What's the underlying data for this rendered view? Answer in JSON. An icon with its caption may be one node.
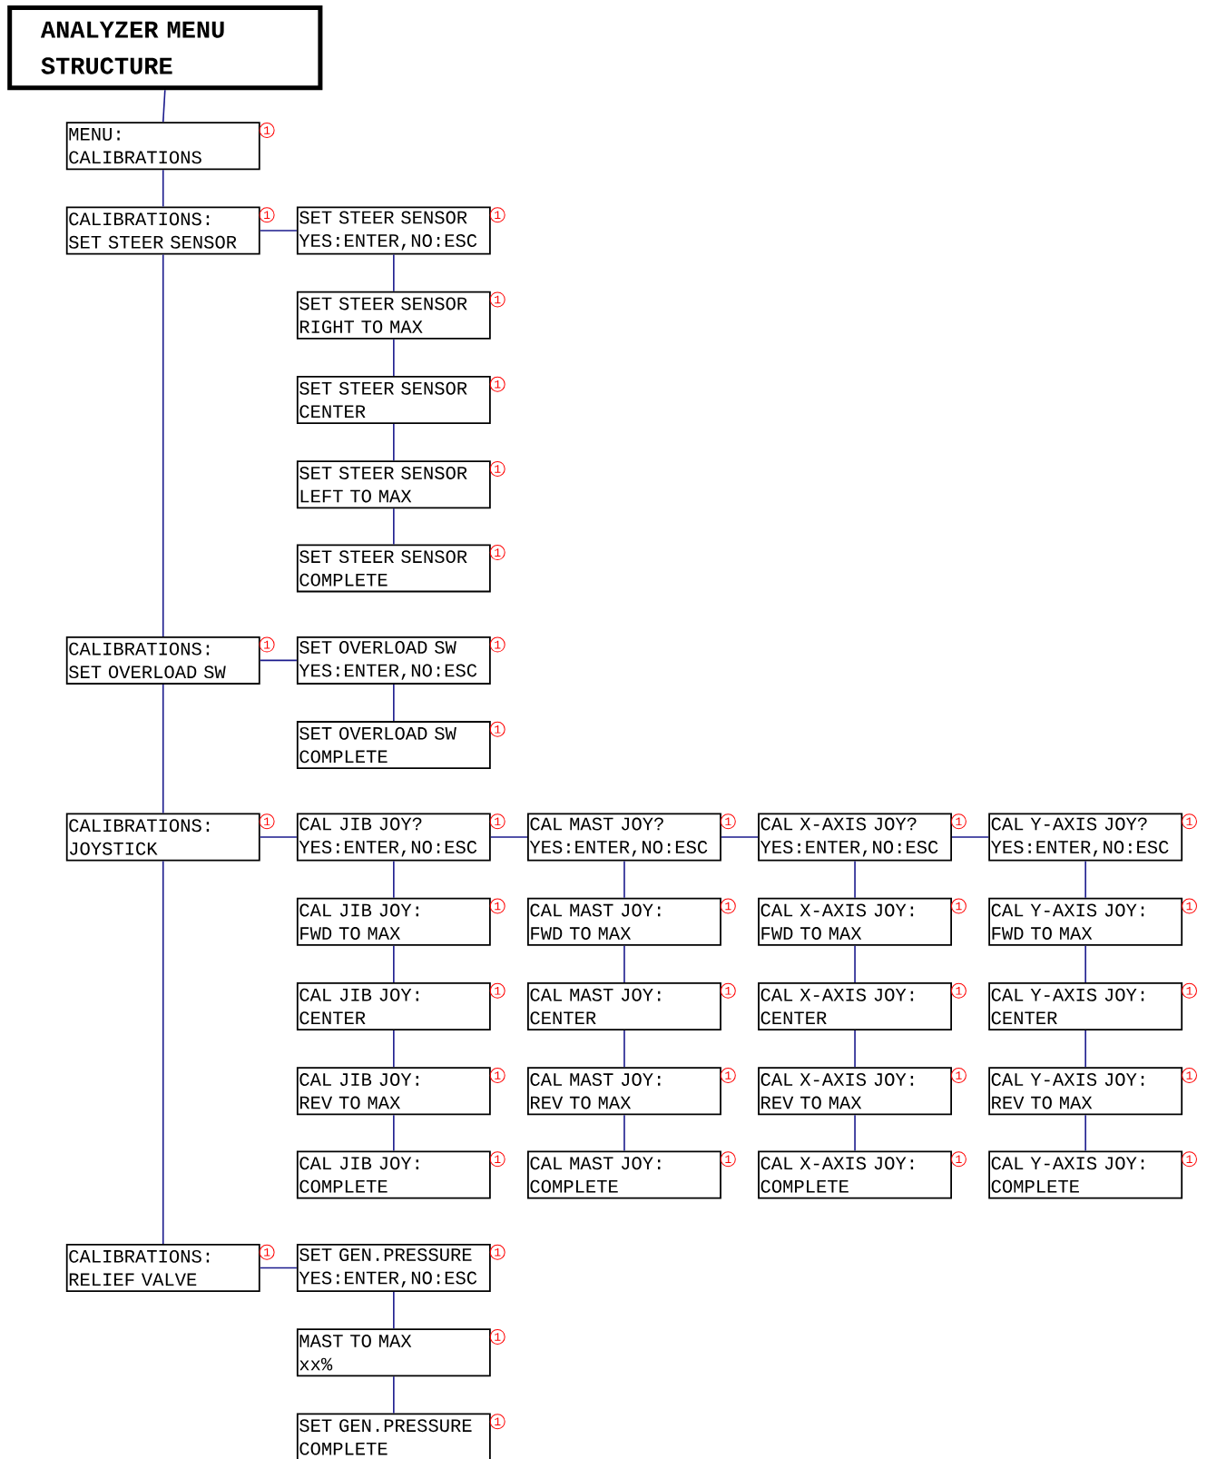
{
  "diagram": {
    "nodes": [
      {
        "text": [
          "ANALYZER MENU STRUCTURE"
        ]
      },
      {
        "text": [
          "MENU:",
          "CALIBRATIONS"
        ],
        "beside": [
          "1"
        ]
      },
      {
        "text": [
          "CALIBRATIONS:",
          "SET STEER SENSOR"
        ],
        "beside": [
          "1"
        ]
      },
      {
        "text": [
          "SET STEER SENSOR",
          "YES:ENTER,NO:ESC"
        ],
        "beside": [
          "1"
        ]
      },
      {
        "text": [
          "SET STEER SENSOR",
          "RIGHT TO MAX"
        ],
        "beside": [
          "1"
        ]
      },
      {
        "text": [
          "SET STEER SENSOR",
          "CENTER"
        ],
        "beside": [
          "1"
        ]
      },
      {
        "text": [
          "SET STEER SENSOR",
          "LEFT TO MAX"
        ],
        "beside": [
          "1"
        ]
      },
      {
        "text": [
          "SET STEER SENSOR",
          "COMPLETE"
        ],
        "beside": [
          "1"
        ]
      },
      {
        "text": [
          "CALIBRATIONS:",
          "SET OVERLOAD SW"
        ],
        "beside": [
          "1"
        ]
      },
      {
        "text": [
          "SET OVERLOAD SW",
          "YES:ENTER,NO:ESC"
        ],
        "beside": [
          "1"
        ]
      },
      {
        "text": [
          "SET OVERLOAD SW",
          "COMPLETE"
        ],
        "beside": [
          "1"
        ]
      },
      {
        "text": [
          "CALIBRATIONS:",
          "JOYSTICK"
        ],
        "beside": [
          "1"
        ]
      },
      {
        "text": [
          "CAL JIB JOY?",
          "YES:ENTER,NO:ESC"
        ],
        "beside": [
          "1"
        ]
      },
      {
        "text": [
          "CAL JIB JOY:",
          "FWD TO MAX"
        ],
        "beside": [
          "1"
        ]
      },
      {
        "text": [
          "CAL JIB JOY:",
          "CENTER"
        ],
        "beside": [
          "1"
        ]
      },
      {
        "text": [
          "CAL JIB JOY:",
          "REV TO MAX"
        ],
        "beside": [
          "1"
        ]
      },
      {
        "text": [
          "CAL JIB JOY:",
          "COMPLETE"
        ],
        "beside": [
          "1"
        ]
      },
      {
        "text": [
          "CAL MAST JOY?",
          "YES:ENTER,NO:ESC"
        ],
        "beside": [
          "1"
        ]
      },
      {
        "text": [
          "CAL MAST JOY:",
          "FWD TO MAX"
        ],
        "beside": [
          "1"
        ]
      },
      {
        "text": [
          "CAL MAST JOY:",
          "CENTER"
        ],
        "beside": [
          "1"
        ]
      },
      {
        "text": [
          "CAL MAST JOY:",
          "REV TO MAX"
        ],
        "beside": [
          "1"
        ]
      },
      {
        "text": [
          "CAL MAST JOY:",
          "COMPLETE"
        ],
        "beside": [
          "1"
        ]
      },
      {
        "text": [
          "CAL X-AXIS JOY?",
          "YES:ENTER,NO:ESC"
        ],
        "beside": [
          "1"
        ]
      },
      {
        "text": [
          "CAL X-AXIS JOY:",
          "FWD TO MAX"
        ],
        "beside": [
          "1"
        ]
      },
      {
        "text": [
          "CAL X-AXIS JOY:",
          "CENTER"
        ],
        "beside": [
          "1"
        ]
      },
      {
        "text": [
          "CAL X-AXIS JOY:",
          "REV TO MAX"
        ],
        "beside": [
          "1"
        ]
      },
      {
        "text": [
          "CAL X-AXIS JOY:",
          "COMPLETE"
        ],
        "beside": [
          "1"
        ]
      },
      {
        "text": [
          "CAL Y-AXIS JOY?",
          "YES:ENTER,NO:ESC"
        ],
        "beside": [
          "1"
        ]
      },
      {
        "text": [
          "CAL Y-AXIS JOY:",
          "FWD TO MAX"
        ],
        "beside": [
          "1"
        ]
      },
      {
        "text": [
          "CAL Y-AXIS JOY:",
          "CENTER"
        ],
        "beside": [
          "1"
        ]
      },
      {
        "text": [
          "CAL Y-AXIS JOY:",
          "REV TO MAX"
        ],
        "beside": [
          "1"
        ]
      },
      {
        "text": [
          "CAL Y-AXIS JOY:",
          "COMPLETE"
        ],
        "beside": [
          "1"
        ]
      },
      {
        "text": [
          "CALIBRATIONS:",
          "RELIEF VALVE"
        ],
        "beside": [
          "1"
        ]
      },
      {
        "text": [
          "SET GEN.PRESSURE",
          "YES:ENTER,NO:ESC"
        ],
        "beside": [
          "1"
        ]
      },
      {
        "text": [
          "MAST TO MAX",
          "xx%"
        ],
        "beside": [
          "1"
        ]
      },
      {
        "text": [
          "SET GEN.PRESSURE",
          "COMPLETE"
        ],
        "beside": [
          "1"
        ]
      }
    ],
    "edges": [
      {
        "from": 0,
        "to": 1,
        "arrow": "none"
      },
      {
        "from": 1,
        "to": 2,
        "arrow": "none"
      },
      {
        "from": 2,
        "to": 8,
        "arrow": "none"
      },
      {
        "from": 8,
        "to": 11,
        "arrow": "none"
      },
      {
        "from": 11,
        "to": 32,
        "arrow": "none"
      },
      {
        "from": 2,
        "to": 3,
        "arrow": "none"
      },
      {
        "from": 3,
        "to": 4,
        "arrow": "none"
      },
      {
        "from": 4,
        "to": 5,
        "arrow": "none"
      },
      {
        "from": 5,
        "to": 6,
        "arrow": "none"
      },
      {
        "from": 6,
        "to": 7,
        "arrow": "none"
      },
      {
        "from": 8,
        "to": 9,
        "arrow": "none"
      },
      {
        "from": 9,
        "to": 10,
        "arrow": "none"
      },
      {
        "from": 11,
        "to": 12,
        "arrow": "none"
      },
      {
        "from": 12,
        "to": 13,
        "arrow": "none"
      },
      {
        "from": 13,
        "to": 14,
        "arrow": "none"
      },
      {
        "from": 14,
        "to": 15,
        "arrow": "none"
      },
      {
        "from": 15,
        "to": 16,
        "arrow": "none"
      },
      {
        "from": 12,
        "to": 17,
        "arrow": "none"
      },
      {
        "from": 17,
        "to": 18,
        "arrow": "none"
      },
      {
        "from": 18,
        "to": 19,
        "arrow": "none"
      },
      {
        "from": 19,
        "to": 20,
        "arrow": "none"
      },
      {
        "from": 20,
        "to": 21,
        "arrow": "none"
      },
      {
        "from": 17,
        "to": 22,
        "arrow": "none"
      },
      {
        "from": 22,
        "to": 23,
        "arrow": "none"
      },
      {
        "from": 23,
        "to": 24,
        "arrow": "none"
      },
      {
        "from": 24,
        "to": 25,
        "arrow": "none"
      },
      {
        "from": 25,
        "to": 26,
        "arrow": "none"
      },
      {
        "from": 22,
        "to": 27,
        "arrow": "none"
      },
      {
        "from": 27,
        "to": 28,
        "arrow": "none"
      },
      {
        "from": 28,
        "to": 29,
        "arrow": "none"
      },
      {
        "from": 29,
        "to": 30,
        "arrow": "none"
      },
      {
        "from": 30,
        "to": 31,
        "arrow": "none"
      },
      {
        "from": 32,
        "to": 33,
        "arrow": "none"
      },
      {
        "from": 33,
        "to": 34,
        "arrow": "none"
      },
      {
        "from": 34,
        "to": 35,
        "arrow": "none"
      }
    ]
  }
}
